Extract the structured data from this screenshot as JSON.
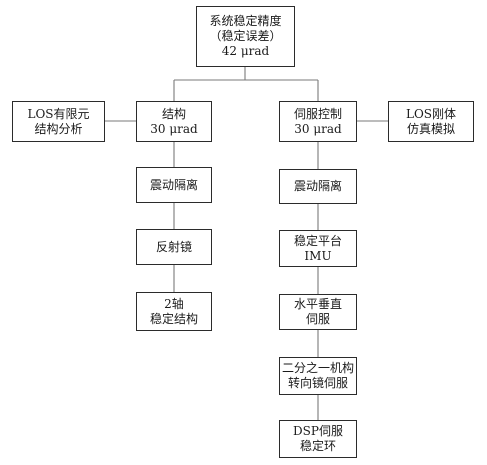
{
  "diagram": {
    "root": {
      "lines": [
        "系统稳定精度",
        "（稳定误差）",
        "42 μrad"
      ]
    },
    "left_note": {
      "lines": [
        "LOS有限元",
        "结构分析"
      ]
    },
    "structure": {
      "lines": [
        "结构",
        "30 μrad"
      ]
    },
    "servo": {
      "lines": [
        "伺服控制",
        "30 μrad"
      ]
    },
    "right_note": {
      "lines": [
        "LOS刚体",
        "仿真模拟"
      ]
    },
    "structure_children": [
      {
        "lines": [
          "震动隔离"
        ]
      },
      {
        "lines": [
          "反射镜"
        ]
      },
      {
        "lines": [
          "2轴",
          "稳定结构"
        ]
      }
    ],
    "servo_children": [
      {
        "lines": [
          "震动隔离"
        ]
      },
      {
        "lines": [
          "稳定平台",
          "IMU"
        ]
      },
      {
        "lines": [
          "水平垂直",
          "伺服"
        ]
      },
      {
        "lines": [
          "二分之一机构",
          "转向镜伺服"
        ]
      },
      {
        "lines": [
          "DSP伺服",
          "稳定环"
        ]
      }
    ]
  },
  "colors": {
    "border": "#2b2b2b",
    "connector": "#7a7a7a",
    "text": "#1a1a1a"
  }
}
